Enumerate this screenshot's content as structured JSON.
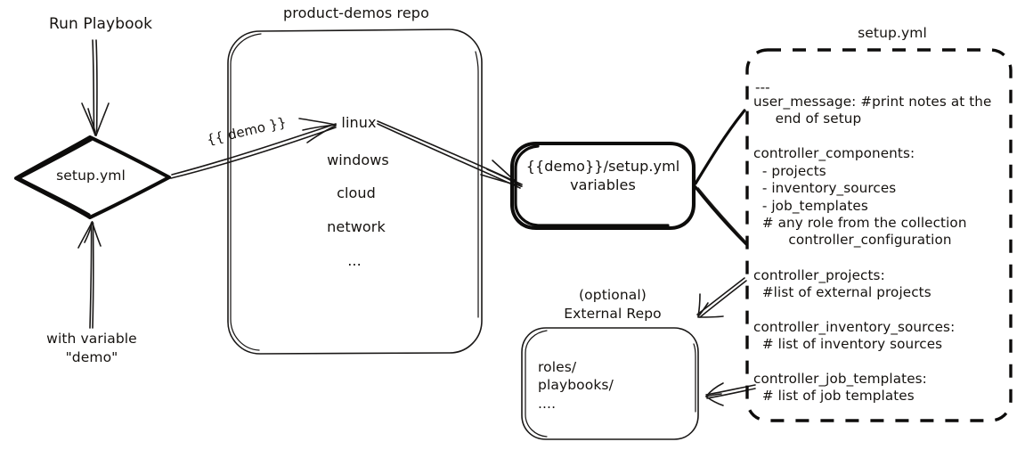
{
  "diagram": {
    "title_run_playbook": "Run Playbook",
    "with_variable": "with variable\n\"demo\"",
    "entry_node": "setup.yml",
    "repo_title": "product-demos repo",
    "repo_items": [
      "linux",
      "windows",
      "cloud",
      "network",
      "..."
    ],
    "edge_demo_label": "{{ demo }}",
    "vars_node": "{{demo}}/setup.yml\nvariables",
    "external_repo_title": "(optional)\nExternal Repo",
    "external_repo_items": "roles/\nplaybooks/\n....",
    "setup_yml_title": "setup.yml",
    "setup_yml_lines": [
      "---",
      "user_message: #print notes at the",
      "     end of setup",
      "",
      "controller_components:",
      "  - projects",
      "  - inventory_sources",
      "  - job_templates",
      "  # any role from the collection",
      "        controller_configuration",
      "",
      "controller_projects:",
      "  #list of external projects",
      "",
      "controller_inventory_sources:",
      "  # list of inventory sources",
      "",
      "controller_job_templates:",
      "  # list of job templates"
    ],
    "colors": {
      "ink": "#0d0c0b",
      "background": "#ffffff",
      "thin_line": "#1a1817"
    }
  }
}
